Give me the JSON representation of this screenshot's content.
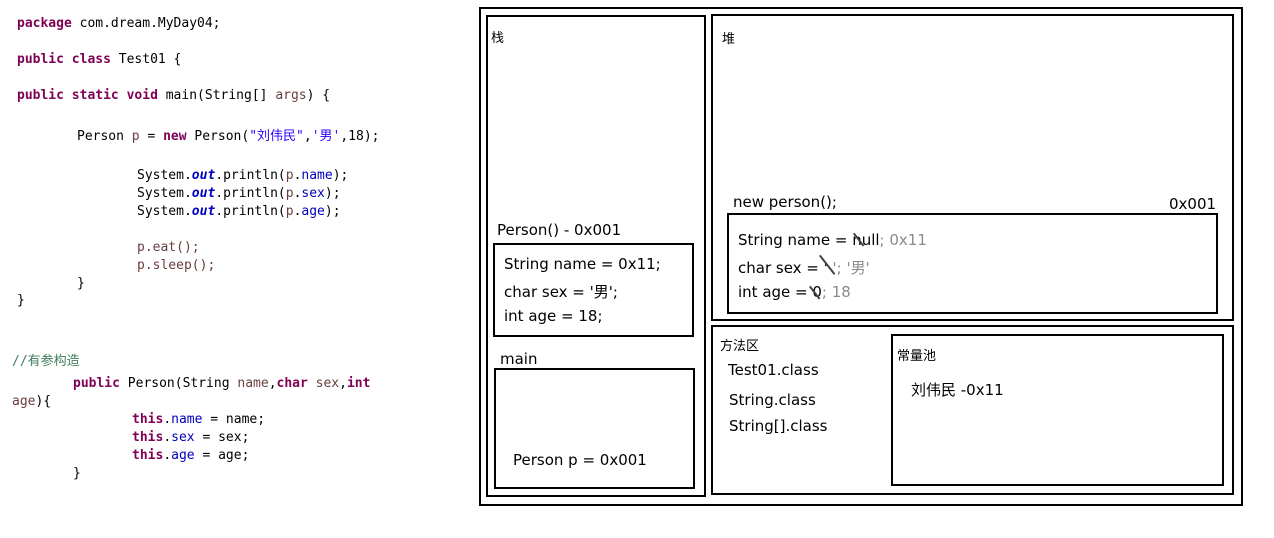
{
  "code": {
    "package_kw": "package",
    "package_name": " com.dream.MyDay04;",
    "public1": "public",
    "class_kw": "class",
    "class_name": " Test01 {",
    "public2": "public",
    "static_kw": "static",
    "void_kw": "void",
    "main_sig": " main(String[] ",
    "args": "args",
    "main_tail": ") {",
    "person_decl_a": "Person ",
    "person_var": "p",
    "person_decl_b": " = ",
    "new_kw": "new",
    "person_decl_c": " Person(",
    "name_str": "\"刘伟民\"",
    "comma1": ",",
    "sex_str": "'男'",
    "person_decl_d": ",18);",
    "sysout": "System.",
    "out": "out",
    "println": ".println(",
    "p": "p",
    "dot": ".",
    "name_field": "name",
    "sex_field": "sex",
    "age_field": "age",
    "close_paren": ");",
    "eat": "p.eat();",
    "sleep": "p.sleep();",
    "brace_inner": "}",
    "brace_outer": "}",
    "comment": "//有参构造",
    "ctor_public": "public",
    "ctor_a": " Person(String ",
    "ctor_name": "name",
    "ctor_b": ",",
    "char_kw": "char",
    "ctor_sex": " sex",
    "ctor_c": ",",
    "int_kw": "int",
    "ctor_age": "age",
    "ctor_d": "){",
    "this_kw": "this",
    "assign_name": " = name;",
    "assign_sex": " = sex;",
    "assign_age": " = age;",
    "ctor_close": "}"
  },
  "diagram": {
    "stack_title": "栈",
    "heap_title": "堆",
    "person_frame_label": "Person() - 0x001",
    "person_frame_lines": [
      "String name = 0x11;",
      "char sex = '男';",
      "int age = 18;"
    ],
    "main_frame_label": "main",
    "main_frame_line": "Person p = 0x001",
    "heap_new_label": "new person();",
    "heap_addr": "0x001",
    "heap_name_prefix": "String name = ",
    "heap_name_old": "null",
    "heap_name_new": "; 0x11",
    "heap_sex_prefix": "char sex = '",
    "heap_sex_old": " ",
    "heap_sex_new": "'; '男'",
    "heap_age_prefix": "int age = ",
    "heap_age_old": "0",
    "heap_age_new": "; 18",
    "method_area_title": "方法区",
    "method_area_items": [
      "Test01.class",
      "String.class",
      "String[].class"
    ],
    "const_pool_title": "常量池",
    "const_pool_item": "刘伟民 -0x11"
  }
}
